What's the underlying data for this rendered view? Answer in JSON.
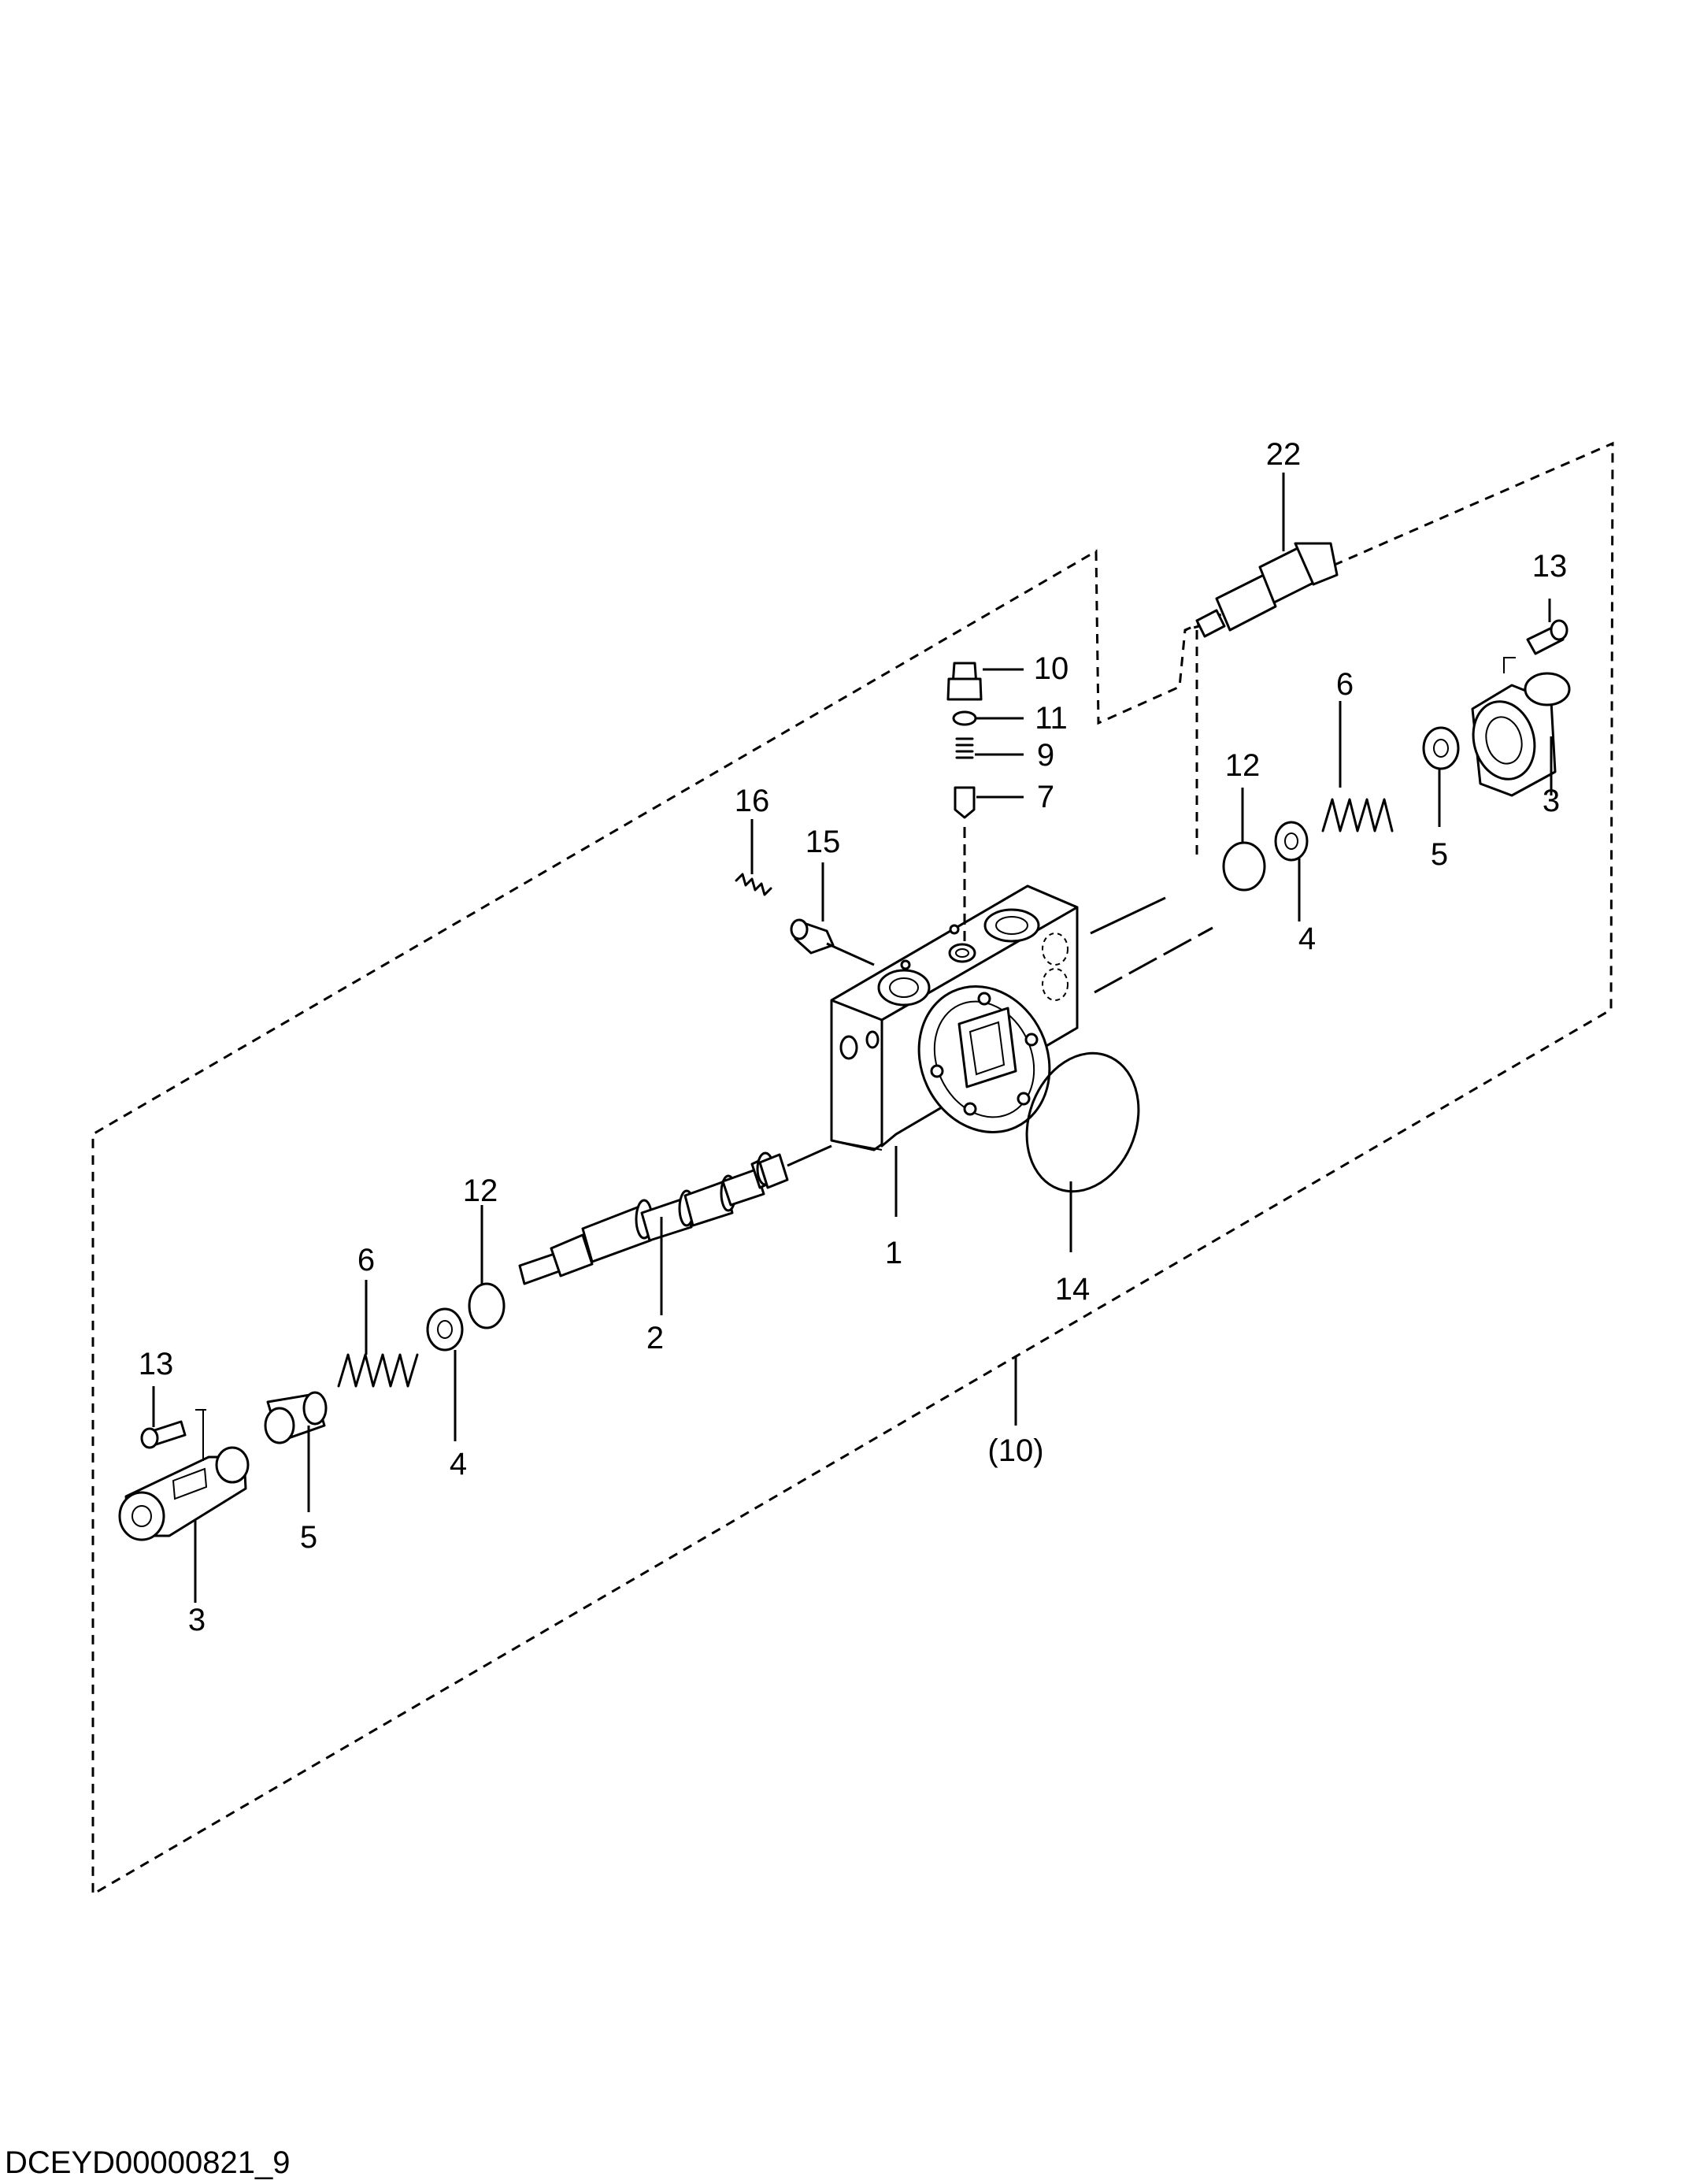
{
  "drawing": {
    "callouts": {
      "c1": "1",
      "c2": "2",
      "c3_right": "3",
      "c3_left": "3",
      "c4_right": "4",
      "c4_left": "4",
      "c5_right": "5",
      "c5_left": "5",
      "c6_right": "6",
      "c6_left": "6",
      "c7": "7",
      "c9": "9",
      "c10": "10",
      "c11": "11",
      "c12_right": "12",
      "c12_left": "12",
      "c13_right": "13",
      "c13_left": "13",
      "c14": "14",
      "c15": "15",
      "c16": "16",
      "c22": "22",
      "assembly": "(10)"
    },
    "drawing_code": "DCEYD00000821_9"
  }
}
